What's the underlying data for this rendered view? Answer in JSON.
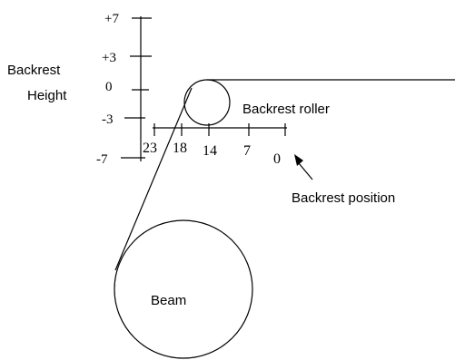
{
  "labels": {
    "backrest_height_line1": "Backrest",
    "backrest_height_line2": "Height",
    "backrest_roller": "Backrest roller",
    "backrest_position": "Backrest position",
    "beam": "Beam"
  },
  "height_scale": [
    "+7",
    "+3",
    "0",
    "-3",
    "-7"
  ],
  "position_scale": [
    "23",
    "18",
    "14",
    "7",
    "0"
  ],
  "colors": {
    "line": "#000000",
    "background": "#ffffff"
  }
}
